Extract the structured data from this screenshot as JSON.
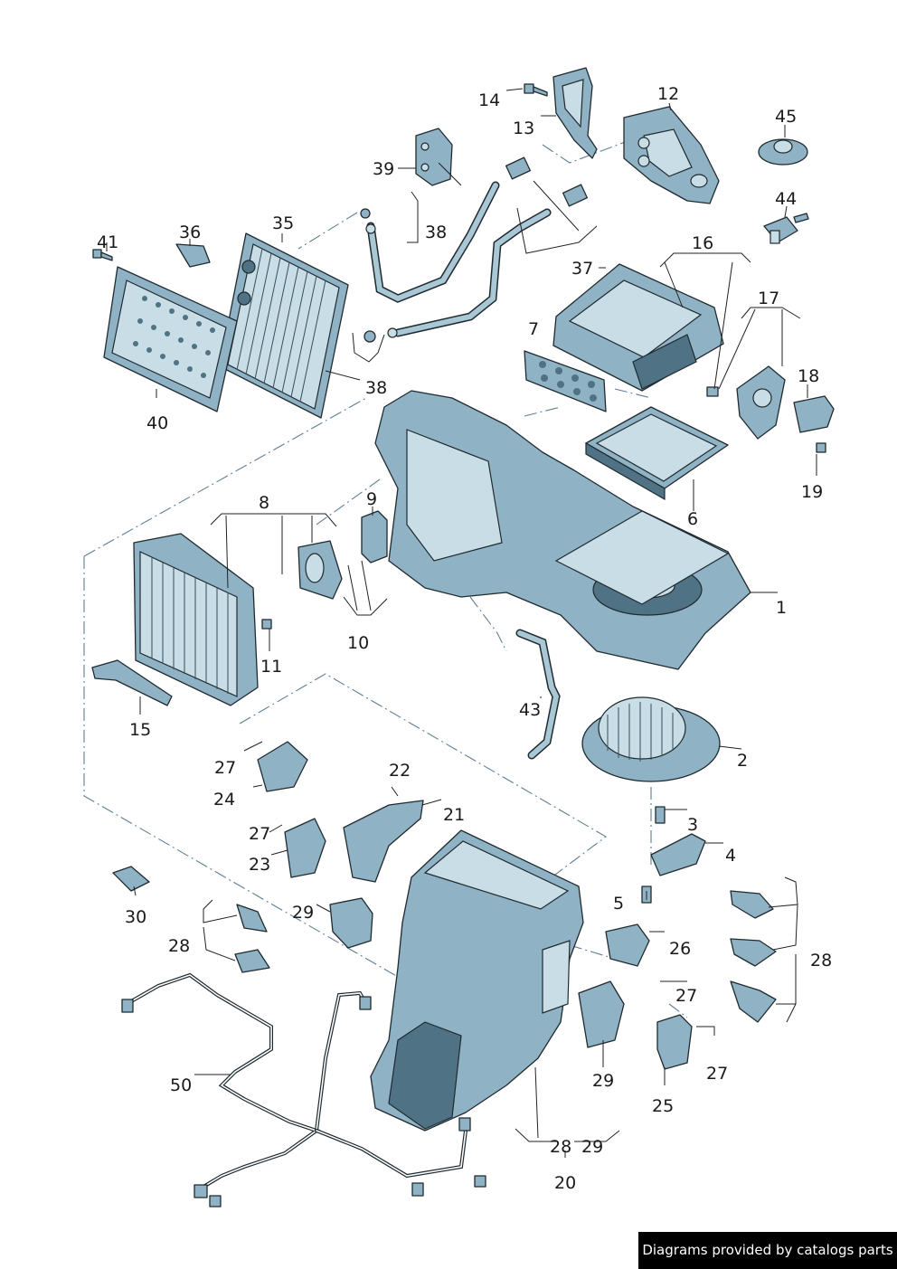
{
  "callouts": {
    "c1": "1",
    "c2": "2",
    "c3": "3",
    "c4": "4",
    "c5": "5",
    "c6": "6",
    "c7": "7",
    "c8": "8",
    "c9": "9",
    "c10": "10",
    "c11": "11",
    "c12": "12",
    "c13": "13",
    "c14": "14",
    "c15": "15",
    "c16": "16",
    "c17": "17",
    "c18": "18",
    "c19": "19",
    "c20": "20",
    "c21": "21",
    "c22": "22",
    "c23": "23",
    "c24": "24",
    "c25": "25",
    "c26": "26",
    "c27a": "27",
    "c27b": "27",
    "c27c": "27",
    "c27d": "27",
    "c28a": "28",
    "c28b": "28",
    "c28c": "28",
    "c29a": "29",
    "c29b": "29",
    "c29c": "29",
    "c30": "30",
    "c35": "35",
    "c36": "36",
    "c37": "37",
    "c38a": "38",
    "c38b": "38",
    "c39": "39",
    "c40": "40",
    "c41": "41",
    "c43": "43",
    "c44": "44",
    "c45": "45",
    "c50": "50"
  },
  "credit": "Diagrams provided by catalogs parts",
  "colors": {
    "part_fill": "#8fb3c4",
    "part_light": "#c9dde6",
    "outline": "#1f2a30"
  }
}
